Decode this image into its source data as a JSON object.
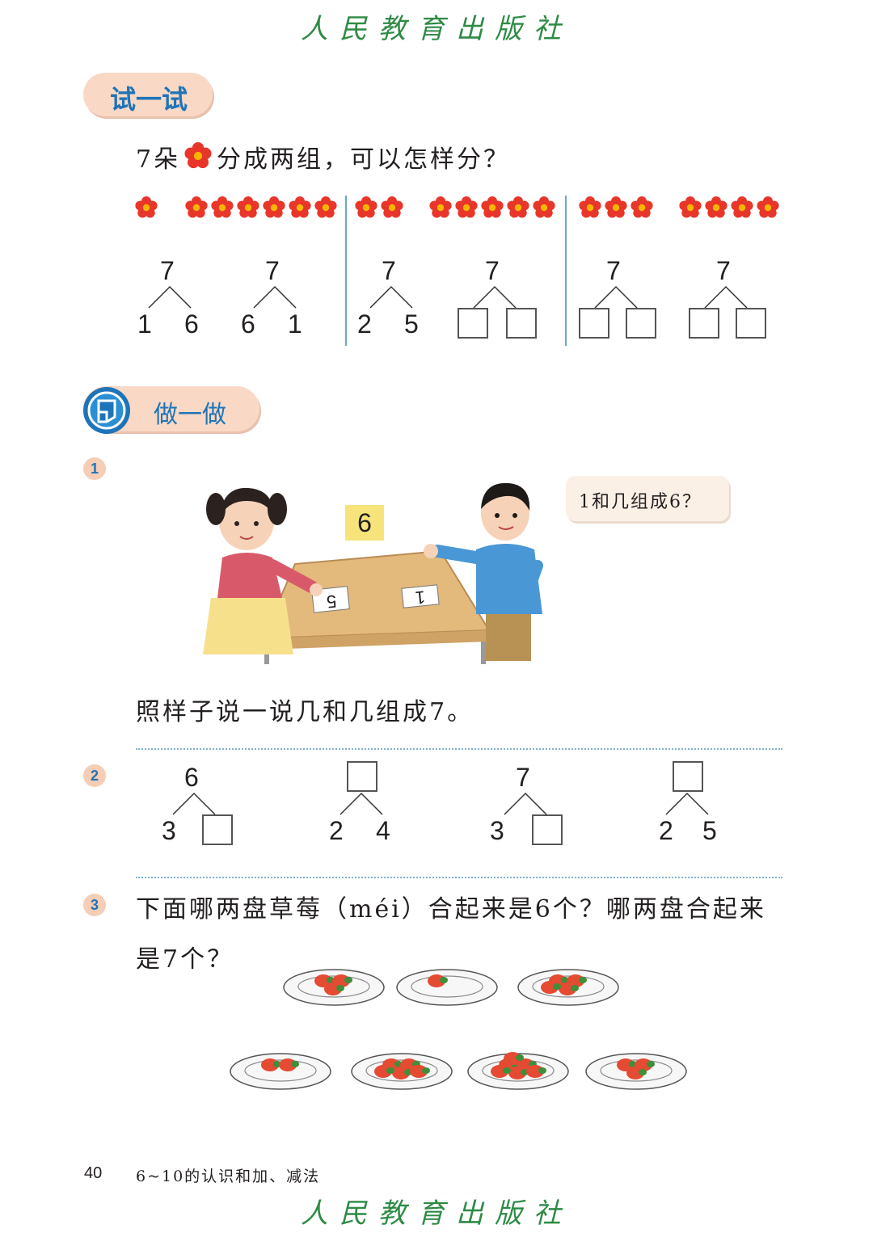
{
  "publisher": "人民教育出版社",
  "try_section": {
    "label": "试一试"
  },
  "question": {
    "before": "7朵",
    "after": "分成两组，可以怎样分？"
  },
  "groups": [
    {
      "left_flowers": 1,
      "right_flowers": 6
    },
    {
      "left_flowers": 2,
      "right_flowers": 5
    },
    {
      "left_flowers": 3,
      "right_flowers": 4
    }
  ],
  "decompositions": [
    {
      "top": "7",
      "left": "1",
      "right": "6"
    },
    {
      "top": "7",
      "left": "6",
      "right": "1"
    },
    {
      "top": "7",
      "left": "2",
      "right": "5"
    },
    {
      "top": "7",
      "left": "",
      "right": ""
    },
    {
      "top": "7",
      "left": "",
      "right": ""
    },
    {
      "top": "7",
      "left": "",
      "right": ""
    }
  ],
  "do_section": {
    "label": "做一做"
  },
  "exercise1": {
    "number": "1",
    "card_number": "6",
    "card_left": "5",
    "card_right": "1",
    "speech": "1和几组成6？",
    "instruction": "照样子说一说几和几组成7。"
  },
  "exercise2": {
    "number": "2",
    "items": [
      {
        "top": "6",
        "left": "3",
        "right": ""
      },
      {
        "top": "",
        "left": "2",
        "right": "4"
      },
      {
        "top": "7",
        "left": "3",
        "right": ""
      },
      {
        "top": "",
        "left": "2",
        "right": "5"
      }
    ]
  },
  "exercise3": {
    "number": "3",
    "line1": "下面哪两盘草莓（méi）合起来是6个？哪两盘合起来",
    "line2": "是7个？",
    "plates_row1": [
      3,
      1,
      4
    ],
    "plates_row2": [
      2,
      5,
      6,
      3
    ]
  },
  "footer": {
    "page": "40",
    "chapter": "6~10的认识和加、减法"
  },
  "colors": {
    "flower": "#e8362a",
    "accent_blue": "#1f74b8",
    "pill": "#f9d9c6",
    "publisher_green": "#2e8b45"
  }
}
